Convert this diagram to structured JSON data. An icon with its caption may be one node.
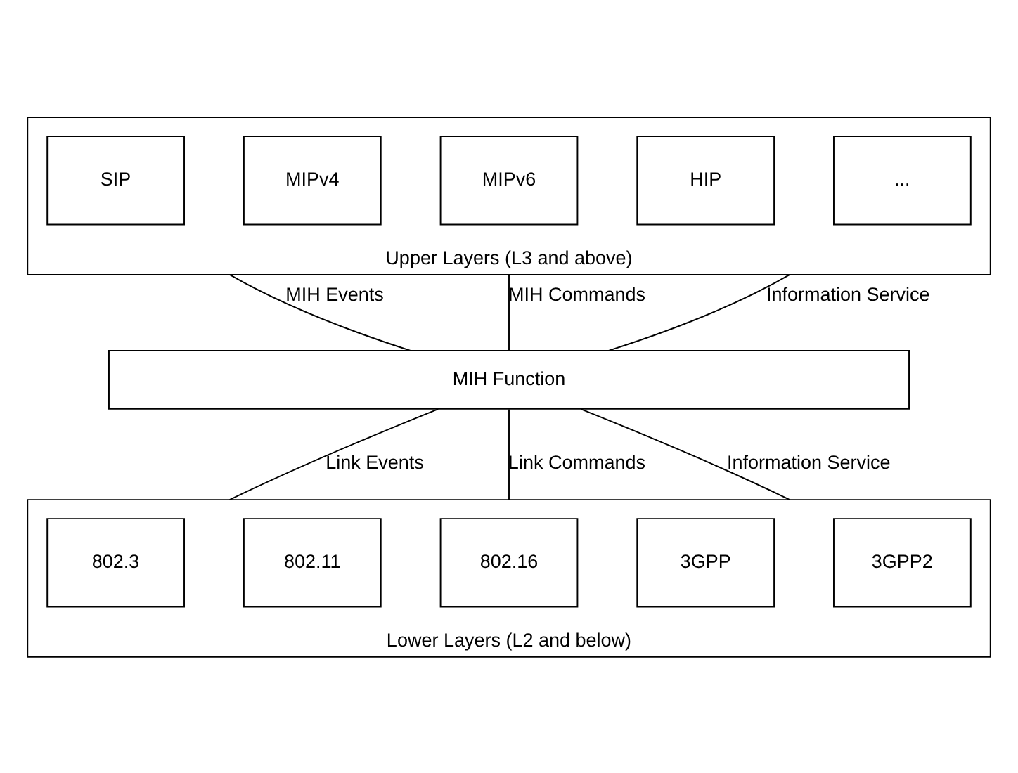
{
  "diagram": {
    "nodes": [
      {
        "text": [
          "Upper Layers (L3 and above)"
        ]
      },
      {
        "text": [
          "SIP"
        ],
        "in": 0
      },
      {
        "text": [
          "MIPv4"
        ],
        "in": 0
      },
      {
        "text": [
          "MIPv6"
        ],
        "in": 0
      },
      {
        "text": [
          "HIP"
        ],
        "in": 0
      },
      {
        "text": [
          "..."
        ],
        "in": 0
      },
      {
        "text": [
          "MIH Function"
        ]
      },
      {
        "text": [
          "Lower Layers (L2 and below)"
        ]
      },
      {
        "text": [
          "802.3"
        ],
        "in": 7
      },
      {
        "text": [
          "802.11"
        ],
        "in": 7
      },
      {
        "text": [
          "802.16"
        ],
        "in": 7
      },
      {
        "text": [
          "3GPP"
        ],
        "in": 7
      },
      {
        "text": [
          "3GPP2"
        ],
        "in": 7
      }
    ],
    "edges": [
      {
        "from": 0,
        "to": 6,
        "arrow": "none",
        "label": "MIH Events"
      },
      {
        "from": 0,
        "to": 6,
        "arrow": "none",
        "label": "MIH Commands"
      },
      {
        "from": 0,
        "to": 6,
        "arrow": "none",
        "label": "Information Service"
      },
      {
        "from": 6,
        "to": 7,
        "arrow": "none",
        "label": "Link Events"
      },
      {
        "from": 6,
        "to": 7,
        "arrow": "none",
        "label": "Link Commands"
      },
      {
        "from": 6,
        "to": 7,
        "arrow": "none",
        "label": "Information Service"
      }
    ]
  }
}
